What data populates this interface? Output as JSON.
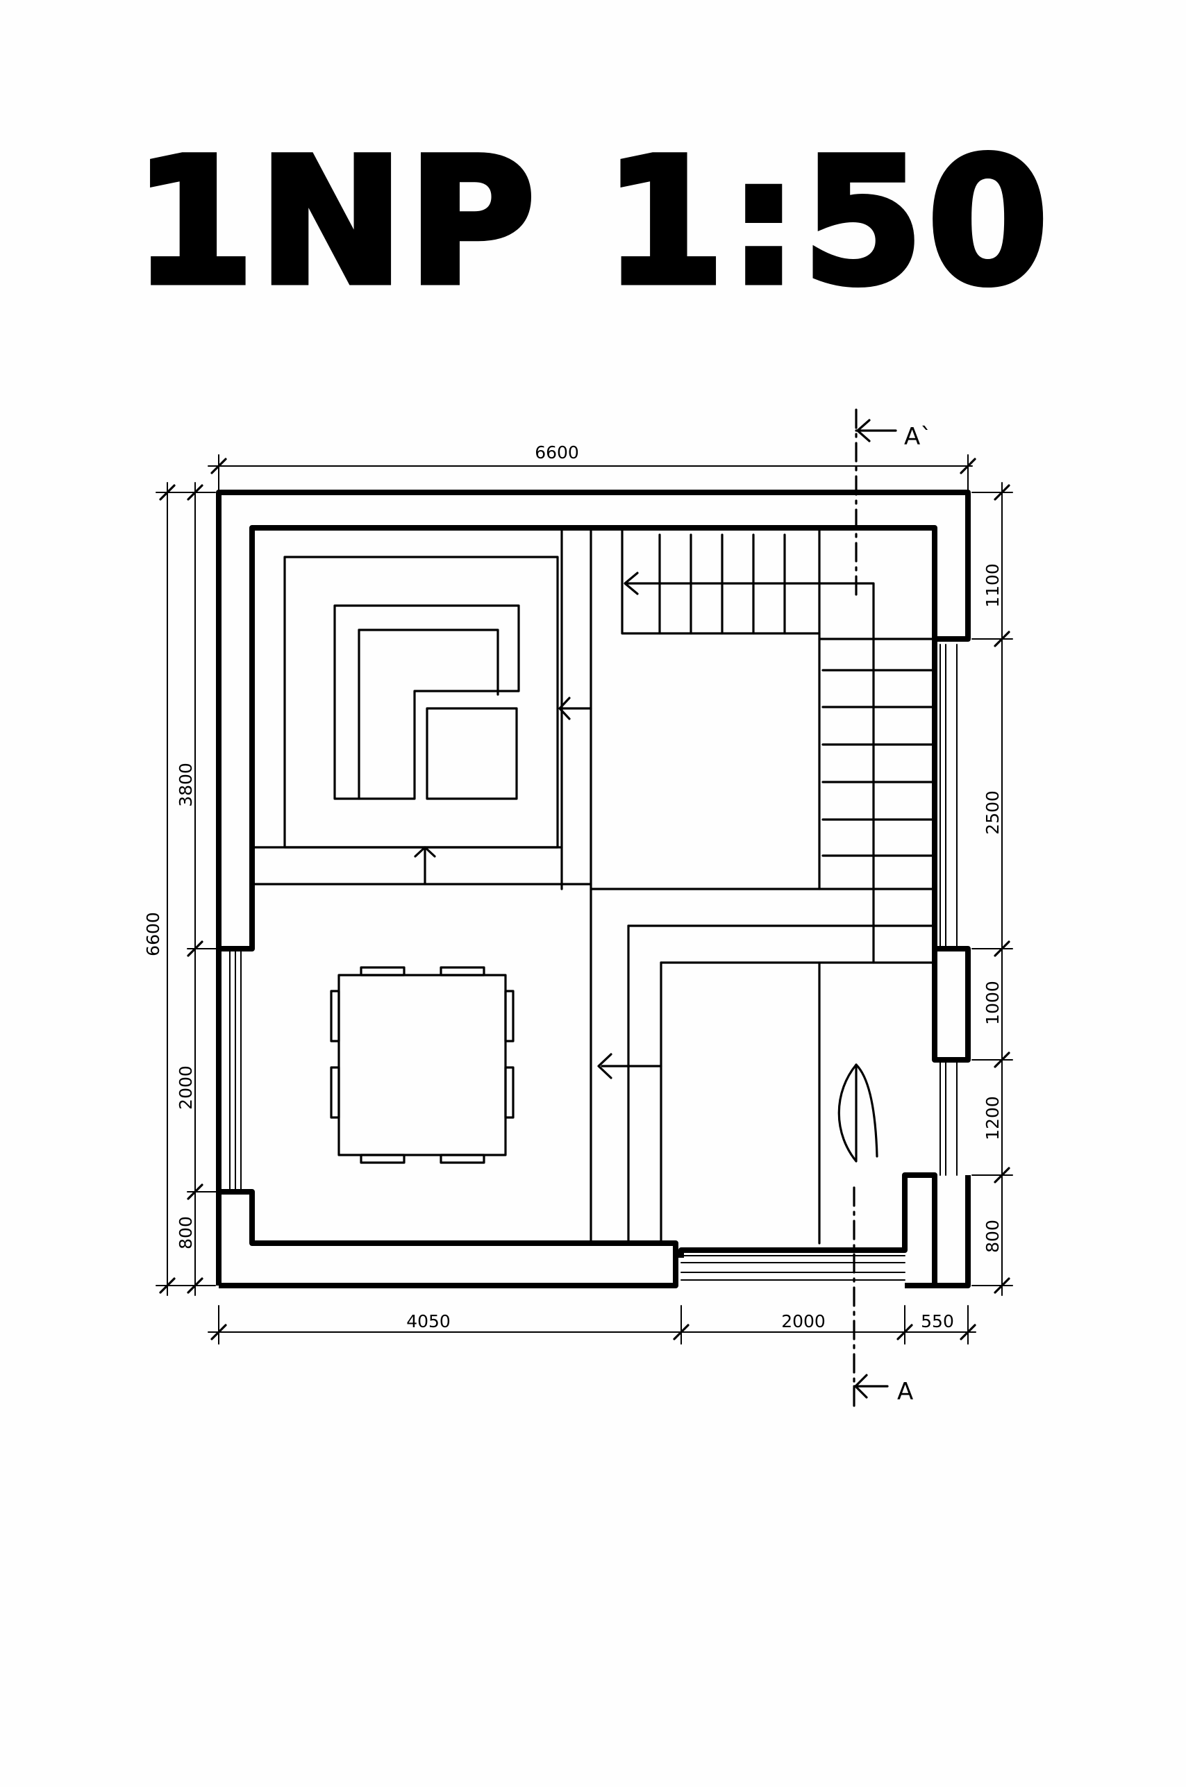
{
  "title": "1NP 1:50",
  "dimensions": {
    "top_total": "6600",
    "left_total": "6600",
    "left_upper": "3800",
    "left_middle": "2000",
    "left_lower": "800",
    "right_1": "1100",
    "right_2": "2500",
    "right_3": "1000",
    "right_4": "1200",
    "right_5": "800",
    "bottom_1": "4050",
    "bottom_2": "2000",
    "bottom_3": "550"
  },
  "section_marks": {
    "top": "A`",
    "bottom": "A"
  }
}
